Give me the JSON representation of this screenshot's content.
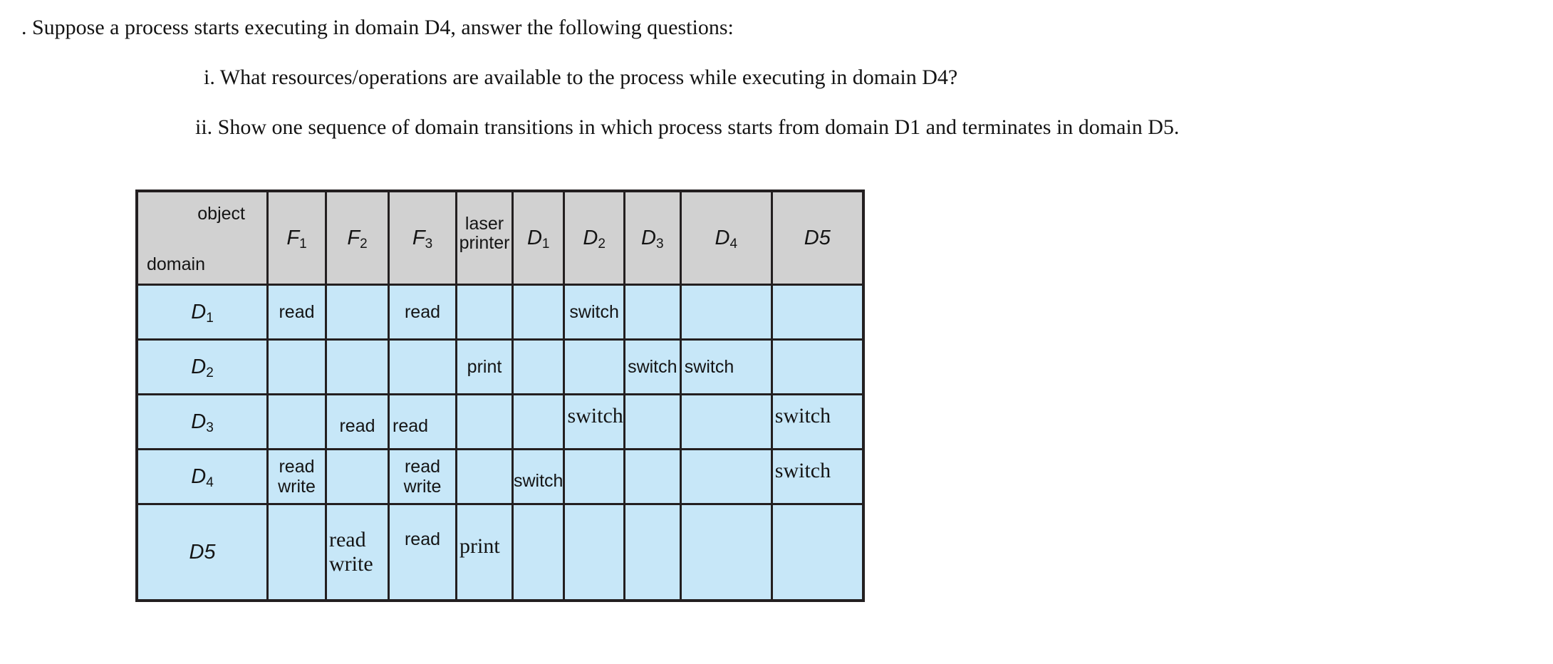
{
  "question": {
    "line1": ". Suppose a process starts executing in domain D4, answer the following questions:",
    "line2": "i. What resources/operations are available to the process while executing in domain D4?",
    "line3": "ii. Show one sequence of domain transitions in which process starts from domain D1 and terminates in domain D5."
  },
  "matrix": {
    "corner": {
      "object_label": "object",
      "domain_label": "domain"
    },
    "columns": [
      {
        "key": "f1",
        "label": "F",
        "sub": "1",
        "style": "italic-sub"
      },
      {
        "key": "f2",
        "label": "F",
        "sub": "2",
        "style": "italic-sub"
      },
      {
        "key": "f3",
        "label": "F",
        "sub": "3",
        "style": "italic-sub"
      },
      {
        "key": "laser_printer",
        "label_line1": "laser",
        "label_line2": "printer",
        "style": "two-line"
      },
      {
        "key": "d1",
        "label": "D",
        "sub": "1",
        "style": "italic-sub"
      },
      {
        "key": "d2",
        "label": "D",
        "sub": "2",
        "style": "italic-sub"
      },
      {
        "key": "d3",
        "label": "D",
        "sub": "3",
        "style": "italic-sub"
      },
      {
        "key": "d4",
        "label": "D",
        "sub": "4",
        "style": "italic-sub"
      },
      {
        "key": "d5",
        "label": "D5",
        "sub": "",
        "style": "italic-plain"
      }
    ],
    "rows": [
      {
        "label": "D",
        "sub": "1",
        "label_style": "italic-sub",
        "cells": {
          "f1": "read",
          "f2": "",
          "f3": "read",
          "laser_printer": "",
          "d1": "",
          "d2": "switch",
          "d3": "",
          "d4": "",
          "d5": ""
        }
      },
      {
        "label": "D",
        "sub": "2",
        "label_style": "italic-sub",
        "cells": {
          "f1": "",
          "f2": "",
          "f3": "",
          "laser_printer": "print",
          "d1": "",
          "d2": "",
          "d3": "switch",
          "d4": "switch",
          "d5": ""
        }
      },
      {
        "label": "D",
        "sub": "3",
        "label_style": "italic-sub",
        "cells": {
          "f1": "",
          "f2": "read",
          "f3": "read",
          "laser_printer": "",
          "d1": "",
          "d2": "switch",
          "d3": "",
          "d4": "",
          "d5": "switch"
        }
      },
      {
        "label": "D",
        "sub": "4",
        "label_style": "italic-sub",
        "cells": {
          "f1": "read write",
          "f2": "",
          "f3": "read write",
          "laser_printer": "",
          "d1": "switch",
          "d2": "",
          "d3": "",
          "d4": "",
          "d5": "switch"
        }
      },
      {
        "label": "D5",
        "sub": "",
        "label_style": "italic-plain",
        "cells": {
          "f1": "",
          "f2": "read write",
          "f3": "read",
          "laser_printer": "print",
          "d1": "",
          "d2": "",
          "d3": "",
          "d4": "",
          "d5": ""
        }
      }
    ]
  },
  "colors": {
    "cell_fill": "#c7e7f8",
    "header_fill": "#d1d1d1",
    "border": "#231f20",
    "text": "#141414",
    "page_background": "#ffffff"
  }
}
